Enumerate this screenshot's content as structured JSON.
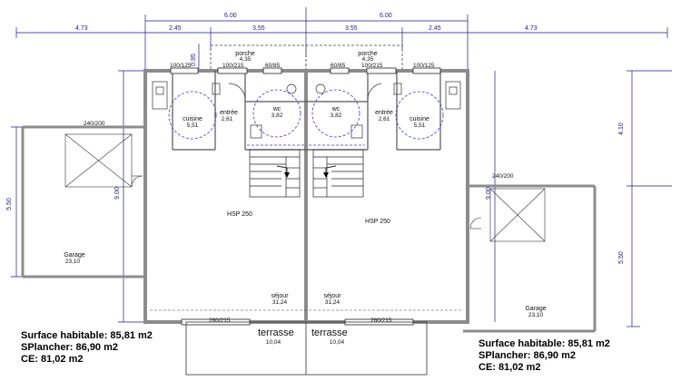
{
  "dimensions_top": {
    "total_left": "6.00",
    "total_right": "6.00",
    "outer_left": "4.73",
    "left_a": "2.45",
    "center_left": "3.55",
    "center_right": "3.55",
    "right_a": "2.45",
    "outer_right": "4.73"
  },
  "dimensions_side": {
    "right_upper": "4.10",
    "right_lower": "5.50",
    "left_garage": "5.50",
    "left_house": "9.00",
    "porch_depth": "0.95",
    "right_house": "9.00"
  },
  "openings": {
    "left_window_cuisine": "100/125",
    "left_door_entree": "100/215",
    "left_door_wc": "60/85",
    "right_door_wc": "60/85",
    "right_door_entree": "100/215",
    "right_window_cuisine": "100/125",
    "left_garage_door": "240/200",
    "right_garage_door": "240/200",
    "left_bay": "260/215",
    "right_bay": "260/215"
  },
  "rooms": {
    "porche_left_name": "porche",
    "porche_left_area": "4,35",
    "porche_right_name": "porche",
    "porche_right_area": "4,35",
    "cuisine_left_name": "cuisine",
    "cuisine_left_area": "5,51",
    "entree_left_name": "entrée",
    "entree_left_area": "2,61",
    "wc_left_name": "wc",
    "wc_left_area": "3,82",
    "wc_right_name": "wc",
    "wc_right_area": "3,82",
    "entree_right_name": "entrée",
    "entree_right_area": "2,61",
    "cuisine_right_name": "cuisine",
    "cuisine_right_area": "5,51",
    "hsp_left": "HSP 250",
    "hsp_right": "HSP 250",
    "garage_left_name": "Garage",
    "garage_left_area": "23,10",
    "garage_right_name": "Garage",
    "garage_right_area": "23,10",
    "sejour_left_name": "séjour",
    "sejour_left_area": "31,24",
    "sejour_right_name": "séjour",
    "sejour_right_area": "31,24",
    "terrasse_left_name": "terrasse",
    "terrasse_left_area": "10,04",
    "terrasse_right_name": "terrasse",
    "terrasse_right_area": "10,04"
  },
  "summary_left": {
    "habitable": "Surface habitable: 85,81 m2",
    "plancher": "SPlancher: 86,90 m2",
    "ce": "CE: 81,02 m2"
  },
  "summary_right": {
    "habitable": "Surface habitable: 85,81 m2",
    "plancher": "SPlancher: 86,90 m2",
    "ce": "CE: 81,02 m2"
  },
  "colors": {
    "wall": "#8c8c8c",
    "dimension": "#1a1a8c",
    "dashed_circle": "#3a3acc",
    "line": "#222222"
  }
}
